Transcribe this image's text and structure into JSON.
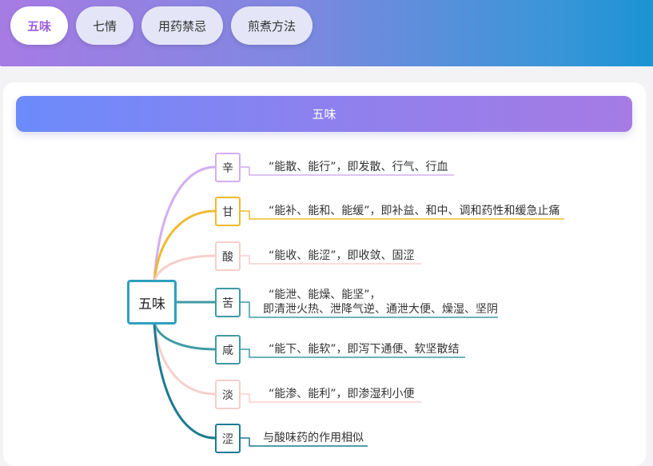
{
  "tabs": [
    {
      "label": "五味",
      "active": true
    },
    {
      "label": "七情",
      "active": false
    },
    {
      "label": "用药禁忌",
      "active": false
    },
    {
      "label": "煎煮方法",
      "active": false
    }
  ],
  "panel": {
    "title": "五味"
  },
  "mindmap": {
    "root": "五味",
    "branches": [
      {
        "name": "辛",
        "desc": [
          "“能散、能行”，即发散、行气、行血"
        ],
        "color": "#d2aef0"
      },
      {
        "name": "甘",
        "desc": [
          "“能补、能和、能缓”，即补益、和中、调和药性和缓急止痛"
        ],
        "color": "#f0b92e"
      },
      {
        "name": "酸",
        "desc": [
          "“能收、能涩”，即收敛、固涩"
        ],
        "color": "#f6cfcb"
      },
      {
        "name": "苦",
        "desc": [
          "“能泄、能燥、能坚”，",
          "即清泄火热、泄降气逆、通泄大便、燥湿、坚阴"
        ],
        "color": "#3f9ba3"
      },
      {
        "name": "咸",
        "desc": [
          "“能下、能软”，即泻下通便、软坚散结"
        ],
        "color": "#3f9ba3"
      },
      {
        "name": "淡",
        "desc": [
          "“能渗、能利”，即渗湿利小便"
        ],
        "color": "#f6cfcb"
      },
      {
        "name": "涩",
        "desc": [
          "与酸味药的作用相似"
        ],
        "color": "#1c7a93"
      }
    ]
  }
}
